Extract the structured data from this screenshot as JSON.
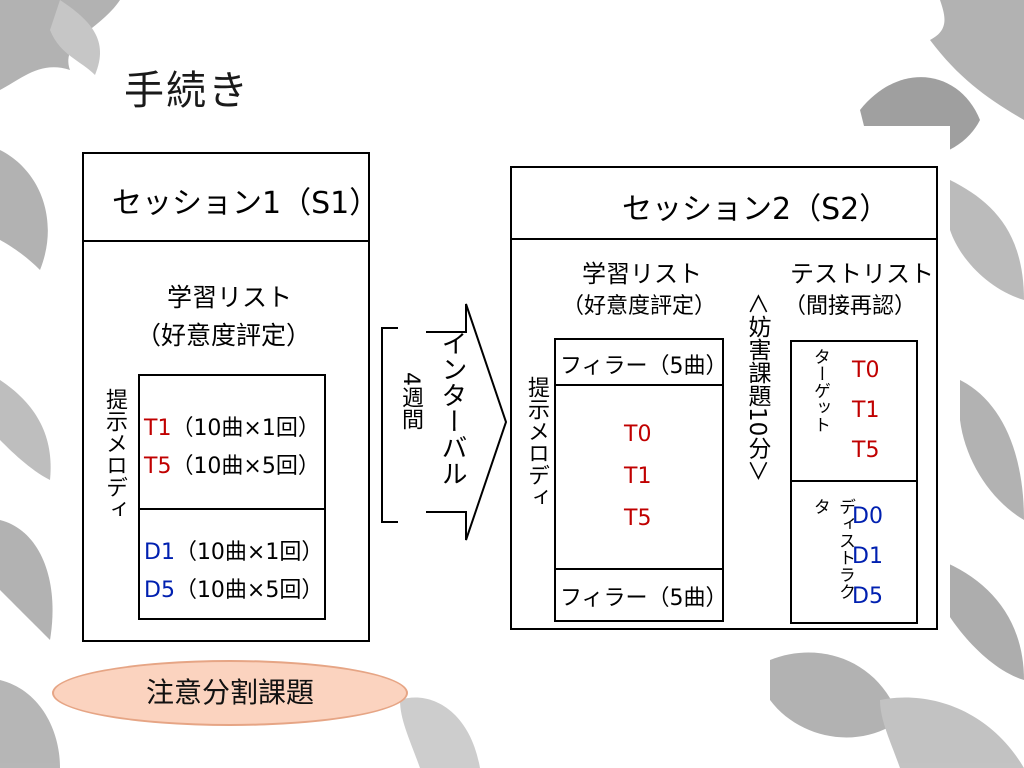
{
  "slide": {
    "title": "手続き",
    "note": "注意分割課題"
  },
  "session1": {
    "title": "セッション1（S1）",
    "study_list": "学習リスト",
    "rating": "（好意度評定）",
    "melody_label": "提示メロディ",
    "targets": [
      {
        "code": "T1",
        "detail": "（10曲×1回）"
      },
      {
        "code": "T5",
        "detail": "（10曲×5回）"
      }
    ],
    "distractors": [
      {
        "code": "D1",
        "detail": "（10曲×1回）"
      },
      {
        "code": "D5",
        "detail": "（10曲×5回）"
      }
    ]
  },
  "interval": {
    "label": "インターバル",
    "duration": "4週間"
  },
  "session2": {
    "title": "セッション2（S2）",
    "study_list": "学習リスト",
    "rating": "（好意度評定）",
    "melody_label": "提示メロディ",
    "filler_top": "フィラー（5曲）",
    "filler_bottom": "フィラー（5曲）",
    "items": [
      "T0",
      "T1",
      "T5"
    ],
    "interference": "＜妨害課題10分＞",
    "test_list": "テストリスト",
    "recognition": "（間接再認）",
    "target_label": "ターゲット",
    "target_items": [
      "T0",
      "T1",
      "T5"
    ],
    "distractor_label": "ディストラクタ",
    "distractor_items": [
      "D0",
      "D1",
      "D5"
    ]
  },
  "colors": {
    "target": "#c00000",
    "distractor": "#0020b0",
    "oval_fill": "#fbd3bf",
    "leaf": "#9a9a9a"
  }
}
